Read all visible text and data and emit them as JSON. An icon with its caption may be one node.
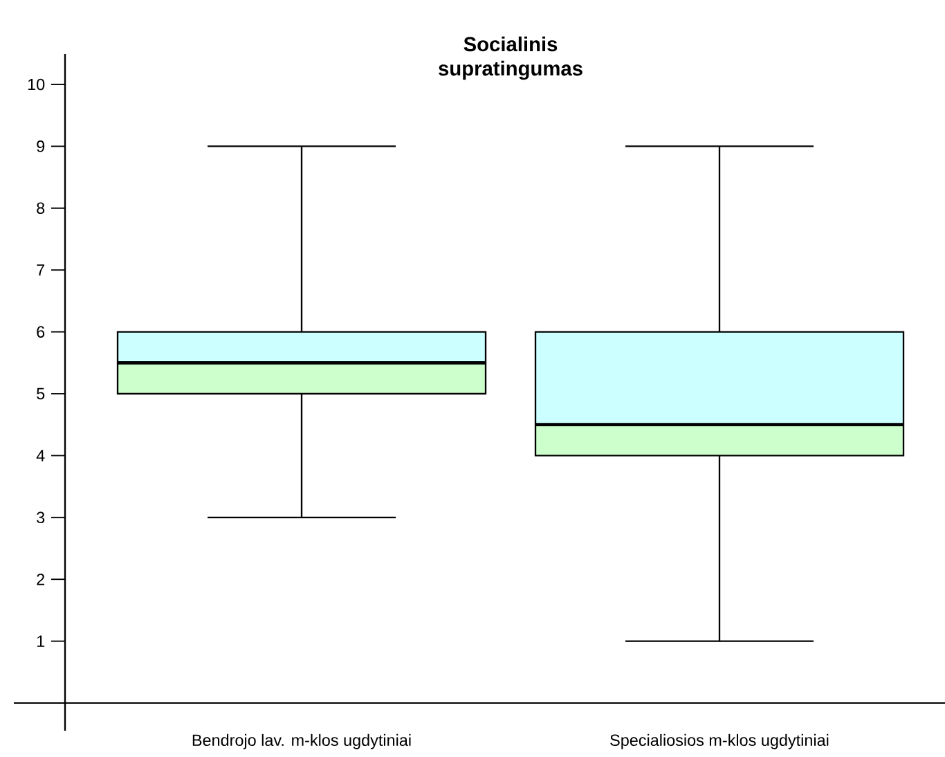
{
  "diagram": {
    "title": "Socialinis supratingumas",
    "labels": [
      "10",
      "9",
      "8",
      "7",
      "6",
      "5",
      "4",
      "3",
      "2",
      "1",
      "Bendrojo lav. m-klos ugdytiniai",
      "Specialiosios m-klos ugdytiniai"
    ]
  }
}
